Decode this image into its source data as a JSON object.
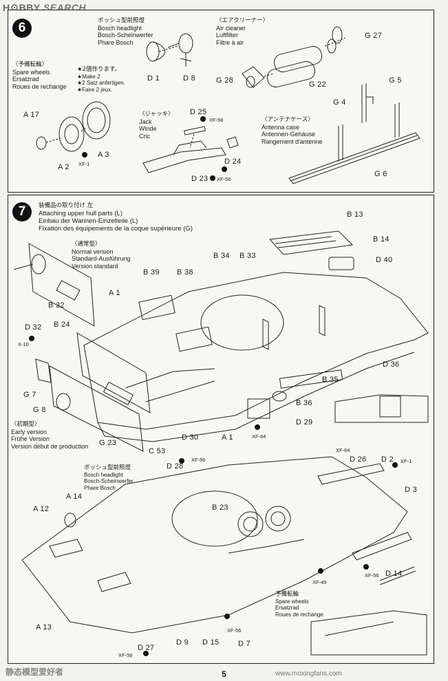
{
  "watermark_top": {
    "hobby": "H⚙BBY",
    "search": "SEARCH"
  },
  "page_number": "5",
  "watermark_bottom": {
    "cn": "静态模型爱好者",
    "url": "www.moxingfans.com"
  },
  "step6": {
    "number": "6",
    "headlight": {
      "jp": "ボッシュ型前照燈",
      "en": "Bosch headlight",
      "de": "Bosch-Scheinwerfer",
      "fr": "Phare Bosch"
    },
    "aircleaner": {
      "jp": "〈エアクリーナー〉",
      "en": "Air cleaner",
      "de": "Luftfilter",
      "fr": "Filtre à air"
    },
    "sparewheels": {
      "jp": "〈予備転輪〉",
      "en": "Spare wheels",
      "de": "Ersatzrad",
      "fr": "Roues de rechange"
    },
    "make2": {
      "jp": "★2個作ります。",
      "en": "★Make 2",
      "de": "★2 Satz anfertigen.",
      "fr": "★Faire 2 jeux."
    },
    "jack": {
      "jp": "〈ジャッキ〉",
      "en": "Jack",
      "de": "Winde",
      "fr": "Cric"
    },
    "antenna": {
      "jp": "〈アンテナケース〉",
      "en": "Antenna case",
      "de": "Antennen-Gehäuse",
      "fr": "Rangement d'antenne"
    },
    "labels": {
      "D1": "D 1",
      "D8": "D 8",
      "G27": "G 27",
      "G28": "G 28",
      "G22": "G 22",
      "A17": "A 17",
      "A3": "A 3",
      "A2": "A 2",
      "XF1": "XF-1",
      "D25": "D 25",
      "XF56a": "XF-56",
      "D24": "D 24",
      "D23": "D 23",
      "XF56b": "XF-56",
      "G4": "G 4",
      "G5": "G 5",
      "G6": "G 6"
    }
  },
  "step7": {
    "number": "7",
    "title": {
      "jp": "装備品の取り付け 左",
      "en": "Attaching upper hull parts (L)",
      "de": "Einbau der Wannen-Einzelteile (L)",
      "fr": "Fixation des équipements de la coque supérieure (G)"
    },
    "normal": {
      "jp": "〈通常型〉",
      "en": "Normal version",
      "de": "Standard-Ausführung",
      "fr": "Version standard"
    },
    "early": {
      "jp": "〈初期型〉",
      "en": "Early version",
      "de": "Frühe Version",
      "fr": "Version début de production"
    },
    "headlight": {
      "jp": "ボッシュ型前照燈",
      "en": "Bosch headlight",
      "de": "Bosch-Scheinwerfer",
      "fr": "Phare Bosch"
    },
    "sparewheels": {
      "jp": "予備転輪",
      "en": "Spare wheels",
      "de": "Ersatzrad",
      "fr": "Roues de rechange"
    },
    "labels": {
      "B13": "B 13",
      "B14": "B 14",
      "D40": "D 40",
      "B34": "B 34",
      "B33": "B 33",
      "B39": "B 39",
      "B38": "B 38",
      "A1a": "A 1",
      "B32": "B 32",
      "B24": "B 24",
      "D32": "D 32",
      "X10": "X-10",
      "G7": "G 7",
      "G8": "G 8",
      "G23": "G 23",
      "C53": "C 53",
      "D30": "D 30",
      "A1b": "A 1",
      "XF64a": "XF-64",
      "D29": "D 29",
      "B36": "B 36",
      "B35": "B 35",
      "D36": "D 36",
      "XF56c": "XF-56",
      "D28": "D 28",
      "XF64b": "XF-64",
      "D26": "D 26",
      "D2": "D 2",
      "XF1": "XF-1",
      "D3": "D 3",
      "A14": "A 14",
      "A12": "A 12",
      "B23": "B 23",
      "XF49": "XF-49",
      "XF56d": "XF-56",
      "D14": "D 14",
      "A13": "A 13",
      "D9": "D 9",
      "D15": "D 15",
      "XF56e": "XF-56",
      "D7": "D 7",
      "D27": "D 27",
      "XF56f": "XF-56"
    }
  }
}
